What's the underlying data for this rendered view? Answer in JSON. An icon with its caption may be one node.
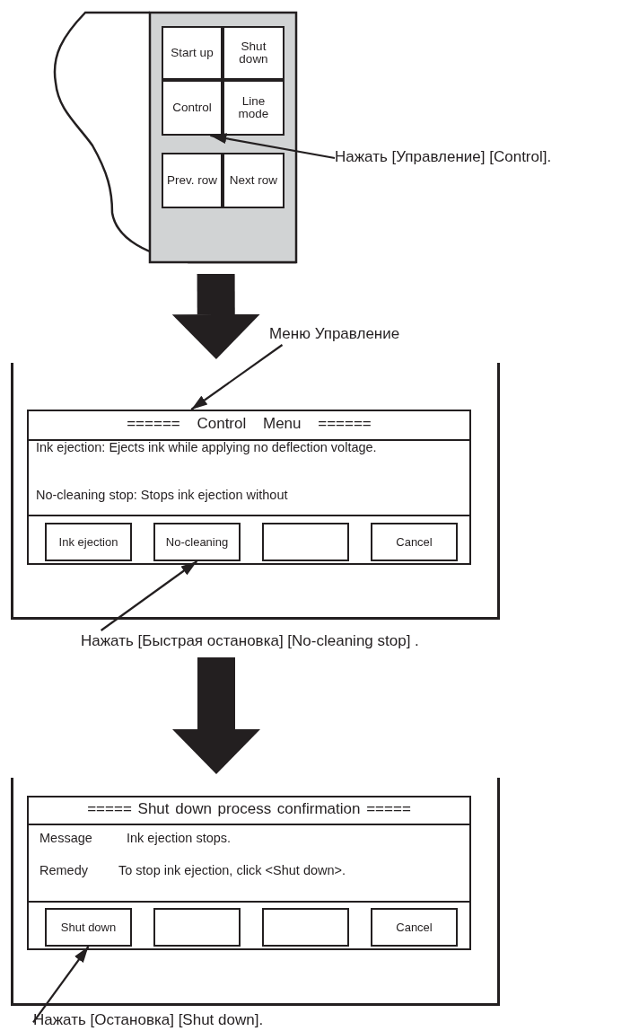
{
  "diagram": {
    "nodes": [
      {
        "text": [],
        "shape": "box"
      },
      {
        "text": [
          "Start up"
        ],
        "in": 0
      },
      {
        "text": [
          "Shut down"
        ],
        "in": 0
      },
      {
        "text": [
          "Control"
        ],
        "in": 0
      },
      {
        "text": [
          "Line mode"
        ],
        "in": 0
      },
      {
        "text": [
          "Prev. row"
        ],
        "in": 0
      },
      {
        "text": [
          "Next row"
        ],
        "in": 0
      },
      {
        "text": [
          "Нажать [Управление] [Control]."
        ]
      },
      {
        "text": [
          "Меню Управление"
        ]
      },
      {
        "text": [],
        "shape": "box"
      },
      {
        "text": [
          "====== Control Menu ======",
          "Ink ejection: Ejects ink while applying no deflection voltage.",
          "No-cleaning stop: Stops ink ejection without"
        ],
        "in": 9
      },
      {
        "text": [
          "Ink ejection"
        ],
        "in": 10
      },
      {
        "text": [
          "No-cleaning"
        ],
        "in": 10
      },
      {
        "text": [],
        "shape": "box",
        "in": 10
      },
      {
        "text": [
          "Cancel"
        ],
        "in": 10
      },
      {
        "text": [
          "Нажать [Быстрая остановка] [No-cleaning stop] ."
        ]
      },
      {
        "text": [],
        "shape": "box"
      },
      {
        "text": [
          "===== Shut down process confirmation =====",
          "Message",
          "Ink ejection stops.",
          "Remedy",
          "To stop ink ejection, click <Shut down>."
        ],
        "in": 16
      },
      {
        "text": [
          "Shut down"
        ],
        "in": 17
      },
      {
        "text": [],
        "shape": "box",
        "in": 17
      },
      {
        "text": [],
        "shape": "box",
        "in": 17
      },
      {
        "text": [
          "Cancel"
        ],
        "in": 17
      },
      {
        "text": [
          "Нажать [Остановка] [Shut down]."
        ]
      }
    ],
    "edges": [
      {
        "from": 7,
        "to": 3,
        "arrow": "to"
      },
      {
        "from": 0,
        "to": 9,
        "arrow": "to",
        "style": "thick"
      },
      {
        "from": 8,
        "to": 10,
        "arrow": "to"
      },
      {
        "from": 15,
        "to": 12,
        "arrow": "to"
      },
      {
        "from": 15,
        "to": 16,
        "arrow": "to",
        "style": "thick"
      },
      {
        "from": 22,
        "to": 18,
        "arrow": "to"
      }
    ]
  }
}
